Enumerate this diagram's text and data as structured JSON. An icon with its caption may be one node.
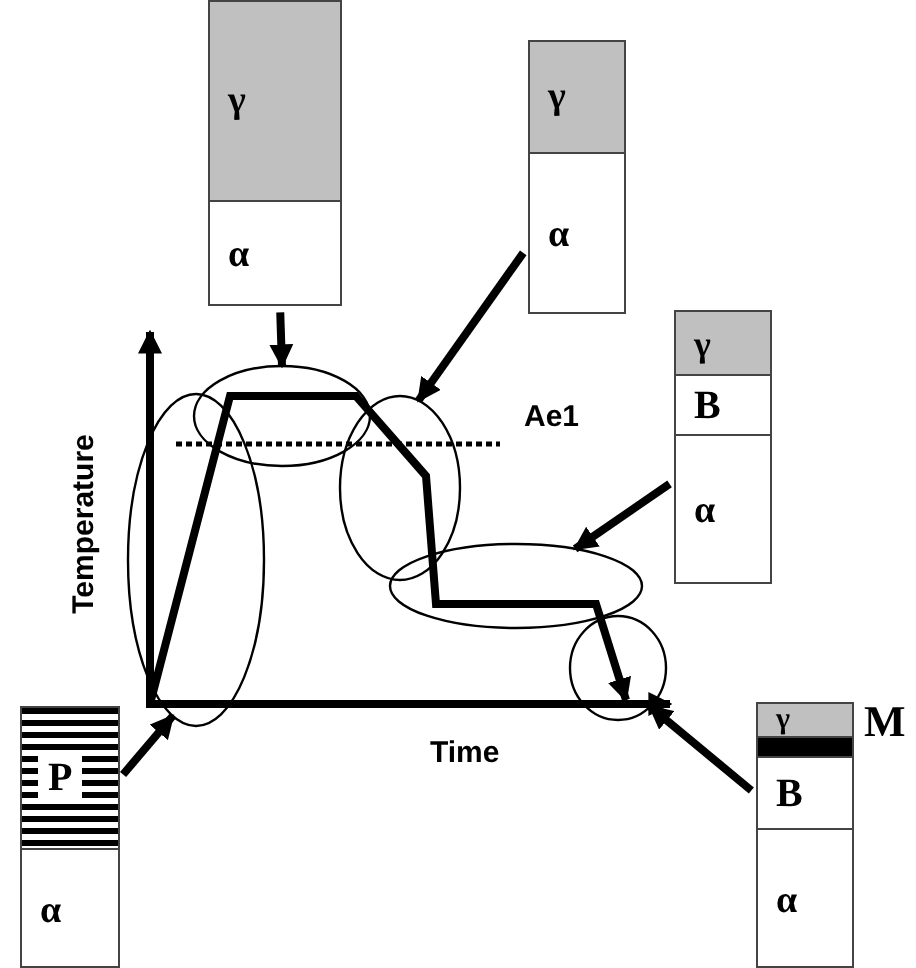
{
  "diagram": {
    "nodes": [
      {
        "text": [],
        "shape": "box"
      },
      {
        "text": [
          "γ"
        ],
        "in": 0
      },
      {
        "text": [
          "α"
        ],
        "in": 0
      },
      {
        "text": [],
        "shape": "box"
      },
      {
        "text": [
          "γ"
        ],
        "in": 3
      },
      {
        "text": [
          "α"
        ],
        "in": 3
      },
      {
        "text": [],
        "shape": "box"
      },
      {
        "text": [
          "γ"
        ],
        "in": 6
      },
      {
        "text": [
          "B"
        ],
        "in": 6
      },
      {
        "text": [
          "α"
        ],
        "in": 6
      },
      {
        "text": [],
        "shape": "box"
      },
      {
        "text": [
          "P"
        ],
        "in": 10
      },
      {
        "text": [
          "α"
        ],
        "in": 10
      },
      {
        "text": [],
        "shape": "box"
      },
      {
        "text": [
          "γ"
        ],
        "in": 13
      },
      {
        "text": [],
        "shape": "bar",
        "in": 13,
        "beside": [
          "M"
        ]
      },
      {
        "text": [
          "B"
        ],
        "in": 13
      },
      {
        "text": [
          "α"
        ],
        "in": 13
      },
      {
        "text": [],
        "shape": "ellipse"
      },
      {
        "text": [],
        "shape": "ellipse"
      },
      {
        "text": [],
        "shape": "ellipse"
      },
      {
        "text": [],
        "shape": "ellipse"
      },
      {
        "text": [],
        "shape": "ellipse"
      }
    ],
    "edges": [
      {
        "from": 0,
        "to": 19,
        "arrow": "to"
      },
      {
        "from": 3,
        "to": 20,
        "arrow": "to"
      },
      {
        "from": 6,
        "to": 21,
        "arrow": "to"
      },
      {
        "from": 10,
        "to": 18,
        "arrow": "to"
      },
      {
        "from": 13,
        "to": 22,
        "arrow": "to"
      }
    ],
    "labels": [
      "Ae1",
      "Temperature",
      "Time"
    ]
  }
}
